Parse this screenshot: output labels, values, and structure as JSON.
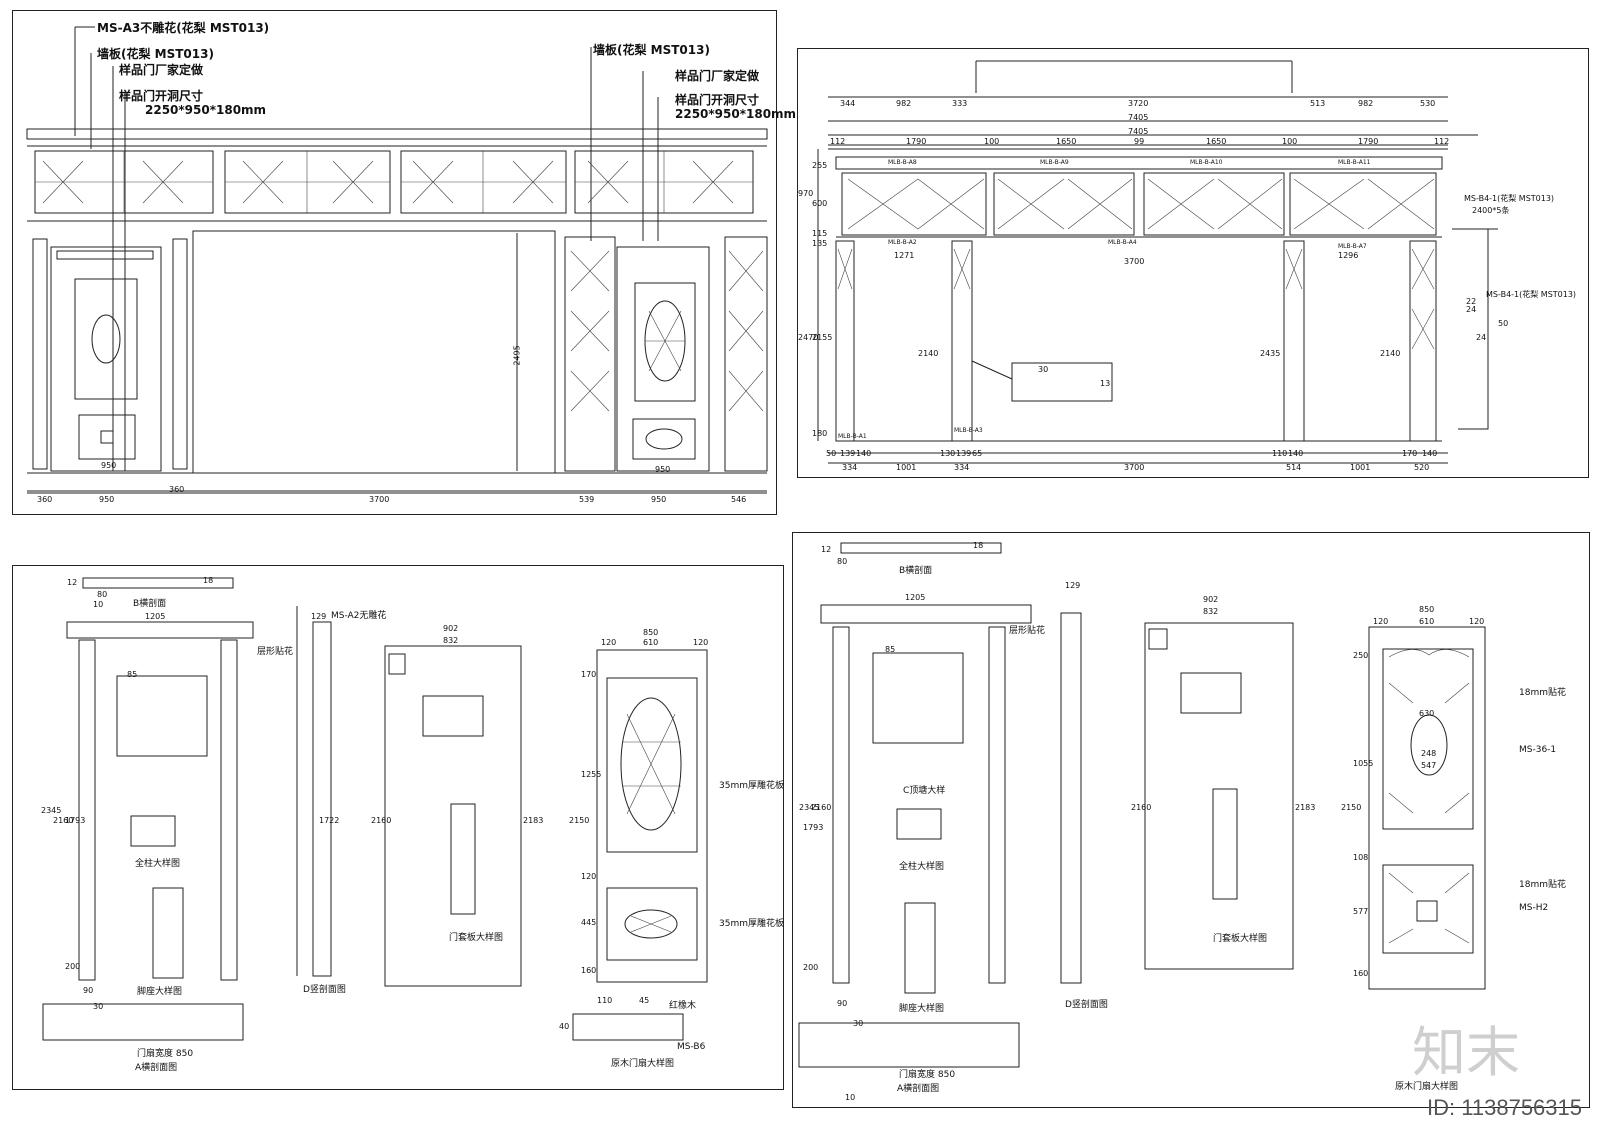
{
  "panel_tl": {
    "callouts": [
      "MS-A3不雕花(花梨 MST013)",
      "墙板(花梨 MST013)",
      "样品门厂家定做",
      "样品门开洞尺寸",
      "2250*950*180mm"
    ],
    "callouts_right": [
      "墙板(花梨 MST013)",
      "样品门厂家定做",
      "样品门开洞尺寸",
      "2250*950*180mm"
    ],
    "bottom_dims": [
      "360",
      "950",
      "360",
      "3700",
      "539",
      "950",
      "546"
    ],
    "door_widths": [
      "950",
      "950"
    ],
    "height": "2495"
  },
  "panel_tr": {
    "top_dims": [
      "344",
      "982",
      "333",
      "3720",
      "513",
      "982",
      "530"
    ],
    "total": "7405",
    "total2": "7405",
    "row2": [
      "112",
      "1790",
      "100",
      "1650",
      "99",
      "1650",
      "100",
      "1790",
      "112"
    ],
    "left_v": [
      "255",
      "600",
      "970",
      "115",
      "135",
      "2470",
      "2155",
      "180"
    ],
    "mid": [
      "1271",
      "3700",
      "1296",
      "2140",
      "2435",
      "2140"
    ],
    "bottom_dims": [
      "50",
      "139",
      "140",
      "130",
      "139",
      "65",
      "110",
      "140",
      "170",
      "140"
    ],
    "bottom_dims2": [
      "334",
      "1001",
      "334",
      "3700",
      "514",
      "1001",
      "520"
    ],
    "callouts": [
      "MS-B4-1(花梨 MST013)",
      "2400*5条",
      "MS-B4-1(花梨 MST013)"
    ],
    "tags": [
      "MLB-B-A8",
      "MLB-B-A9",
      "MLB-B-A10",
      "MLB-B-A11",
      "MLB-B-A2",
      "MLB-B-A4",
      "MLB-B-A7",
      "MLB-B-A1",
      "MLB-B-A3"
    ],
    "section_dims": [
      "22",
      "24",
      "50",
      "24",
      "30",
      "13"
    ]
  },
  "panel_bl": {
    "titles": [
      "B横剖面",
      "全柱大样图",
      "脚座大样图",
      "A横剖面图",
      "D竖剖面图",
      "门套板大样图",
      "原木门扇大样图"
    ],
    "callouts": [
      "MS-A2无雕花",
      "层形贴花",
      "35mm厚雕花板",
      "35mm厚雕花板",
      "红橡木",
      "MS-B6",
      "门扇宽度 850"
    ],
    "dims": [
      "1205",
      "85",
      "902",
      "832",
      "850",
      "610",
      "120",
      "120",
      "2345",
      "2160",
      "1793",
      "200",
      "2160",
      "2183",
      "170",
      "1255",
      "2150",
      "120",
      "445",
      "160",
      "110",
      "45",
      "40",
      "129",
      "1722",
      "12",
      "80",
      "18",
      "10",
      "90",
      "30"
    ]
  },
  "panel_br": {
    "titles": [
      "B横剖面",
      "C顶塘大样",
      "全柱大样图",
      "脚座大样图",
      "A横剖面图",
      "D竖剖面图",
      "门套板大样图",
      "原木门扇大样图"
    ],
    "callouts": [
      "层形贴花",
      "18mm贴花",
      "MS-36-1",
      "18mm贴花",
      "MS-H2",
      "门扇宽度 850"
    ],
    "dims": [
      "1205",
      "85",
      "902",
      "832",
      "850",
      "610",
      "120",
      "120",
      "630",
      "248",
      "547",
      "2345",
      "2160",
      "1793",
      "200",
      "2160",
      "2183",
      "250",
      "1055",
      "2150",
      "108",
      "577",
      "160",
      "129",
      "12",
      "80",
      "18",
      "10",
      "90",
      "30"
    ]
  },
  "watermark": {
    "logo": "知末",
    "id": "ID: 1138756315"
  }
}
